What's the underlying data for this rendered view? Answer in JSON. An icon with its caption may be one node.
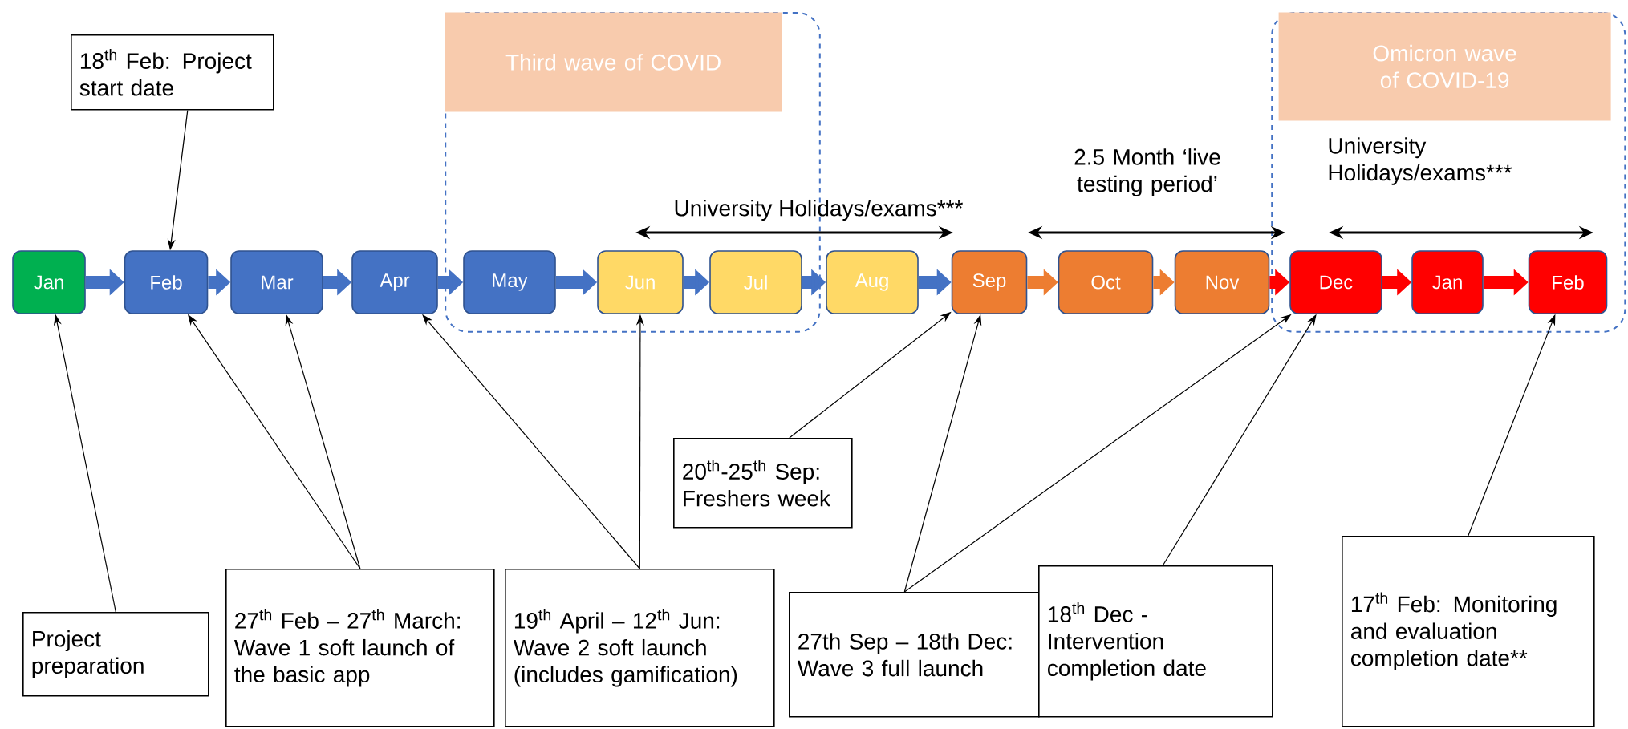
{
  "diagram": {
    "nodes": [
      {
        "text": [],
        "shape": "box"
      },
      {
        "text": [
          "Third wave of COVID"
        ],
        "in": 0
      },
      {
        "text": [],
        "shape": "box"
      },
      {
        "text": [
          "Omicron wave of COVID-19"
        ],
        "in": 2
      },
      {
        "text": [
          "18$^{th}$ Feb: Project start date"
        ]
      },
      {
        "text": [
          "Jan"
        ]
      },
      {
        "text": [
          "Feb"
        ]
      },
      {
        "text": [
          "Mar"
        ]
      },
      {
        "text": [
          "Apr"
        ]
      },
      {
        "text": [
          "May"
        ],
        "in": 0
      },
      {
        "text": [
          "Jun"
        ],
        "in": 0
      },
      {
        "text": [
          "Jul"
        ],
        "in": 0
      },
      {
        "text": [
          "Aug"
        ]
      },
      {
        "text": [
          "Sep"
        ]
      },
      {
        "text": [
          "Oct"
        ]
      },
      {
        "text": [
          "Nov"
        ]
      },
      {
        "text": [
          "Dec"
        ],
        "in": 2
      },
      {
        "text": [
          "Jan"
        ],
        "in": 2
      },
      {
        "text": [
          "Feb"
        ],
        "in": 2
      },
      {
        "text": [
          "Project preparation"
        ]
      },
      {
        "text": [
          "27$^{th}$ Feb – 27$^{th}$ March: Wave 1 soft launch of the basic app"
        ]
      },
      {
        "text": [
          "19$^{th}$ April – 12$^{th}$ Jun: Wave 2 soft launch (includes gamification)"
        ]
      },
      {
        "text": [
          "20$^{th}$-25$^{th}$ Sep: Freshers week"
        ]
      },
      {
        "text": [
          "27th Sep – 18th Dec: Wave 3 full launch"
        ]
      },
      {
        "text": [
          "18$^{th}$ Dec - Intervention completion date"
        ]
      },
      {
        "text": [
          "17$^{th}$ Feb: Monitoring and evaluation completion date**"
        ]
      }
    ],
    "edges": [
      {
        "from": 5,
        "to": 6,
        "arrow": "to",
        "color": "#4472c4"
      },
      {
        "from": 6,
        "to": 7,
        "arrow": "to",
        "color": "#4472c4"
      },
      {
        "from": 7,
        "to": 8,
        "arrow": "to",
        "color": "#4472c4"
      },
      {
        "from": 8,
        "to": 9,
        "arrow": "to",
        "color": "#4472c4"
      },
      {
        "from": 9,
        "to": 10,
        "arrow": "to",
        "color": "#4472c4"
      },
      {
        "from": 10,
        "to": 11,
        "arrow": "to",
        "color": "#4472c4"
      },
      {
        "from": 11,
        "to": 12,
        "arrow": "to",
        "color": "#4472c4"
      },
      {
        "from": 12,
        "to": 13,
        "arrow": "to",
        "color": "#4472c4"
      },
      {
        "from": 13,
        "to": 14,
        "arrow": "to",
        "color": "#ed7d31"
      },
      {
        "from": 14,
        "to": 15,
        "arrow": "to",
        "color": "#ed7d31"
      },
      {
        "from": 15,
        "to": 16,
        "arrow": "to",
        "color": "#ff0000"
      },
      {
        "from": 16,
        "to": 17,
        "arrow": "to",
        "color": "#ff0000"
      },
      {
        "from": 17,
        "to": 18,
        "arrow": "to",
        "color": "#ff0000"
      },
      {
        "from": 4,
        "to": 6,
        "arrow": "to"
      },
      {
        "from": 19,
        "to": 5,
        "arrow": "to"
      },
      {
        "from": 20,
        "to": 6,
        "arrow": "to"
      },
      {
        "from": 20,
        "to": 7,
        "arrow": "to"
      },
      {
        "from": 21,
        "to": 8,
        "arrow": "to"
      },
      {
        "from": 21,
        "to": 10,
        "arrow": "to"
      },
      {
        "from": 22,
        "to": 13,
        "arrow": "to"
      },
      {
        "from": 23,
        "to": 13,
        "arrow": "to"
      },
      {
        "from": 23,
        "to": 16,
        "arrow": "to"
      },
      {
        "from": 24,
        "to": 16,
        "arrow": "to"
      },
      {
        "from": 25,
        "to": 18,
        "arrow": "to"
      }
    ],
    "labels": [
      "University Holidays/exams***",
      "2.5 Month ‘live testing period’",
      "University Holidays/exams***"
    ]
  }
}
